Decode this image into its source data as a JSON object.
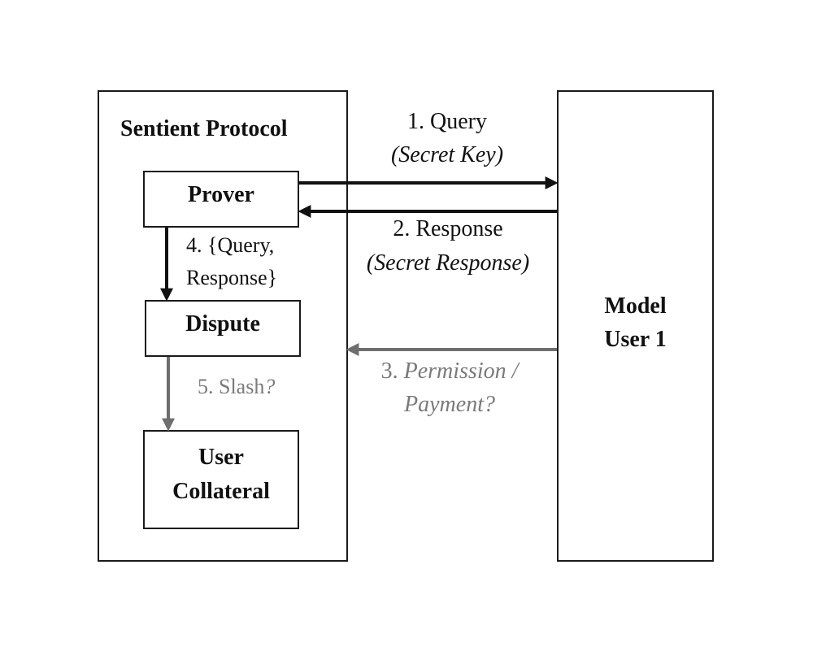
{
  "sentient_protocol": {
    "title": "Sentient Protocol",
    "prover_label": "Prover",
    "dispute_label": "Dispute",
    "user_collateral_line1": "User",
    "user_collateral_line2": "Collateral"
  },
  "model_user": {
    "line1": "Model",
    "line2": "User 1"
  },
  "edges": {
    "query_label": "1. Query",
    "query_sub": "(Secret Key)",
    "response_label": "2. Response",
    "response_sub": "(Secret Response)",
    "permission_prefix": "3. ",
    "permission_italic": "Permission /",
    "payment_italic": "Payment?",
    "query_response_line1": "4. {Query,",
    "query_response_line2": "Response}",
    "slash_prefix": "5. Slash",
    "slash_suffix": "?"
  },
  "colors": {
    "primary": "#111111",
    "secondary": "#6e6e6e"
  }
}
